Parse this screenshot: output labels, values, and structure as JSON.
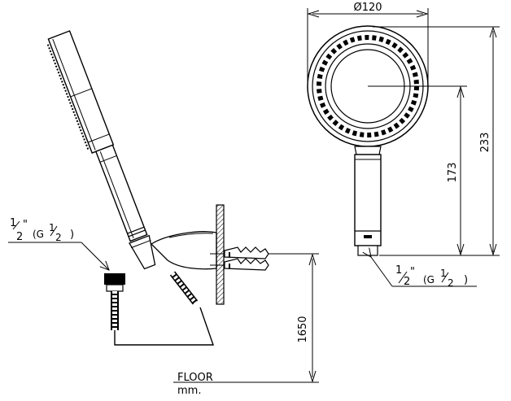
{
  "dimensions": {
    "diameter": "Ø120",
    "height_total": "233",
    "height_handle": "173",
    "floor_height": "1650"
  },
  "labels": {
    "thread_left_a": "1",
    "thread_left_b": "2",
    "thread_left_mark": "\"",
    "thread_left_g": "(G",
    "thread_left_g1": "1",
    "thread_left_g2": "2",
    "thread_left_close": ")",
    "thread_right_a": "1",
    "thread_right_b": "2",
    "thread_right_mark": "\"",
    "thread_right_g": "(G",
    "thread_right_g1": "1",
    "thread_right_g2": "2",
    "thread_right_close": ")",
    "floor": "FLOOR",
    "unit": "mm."
  }
}
